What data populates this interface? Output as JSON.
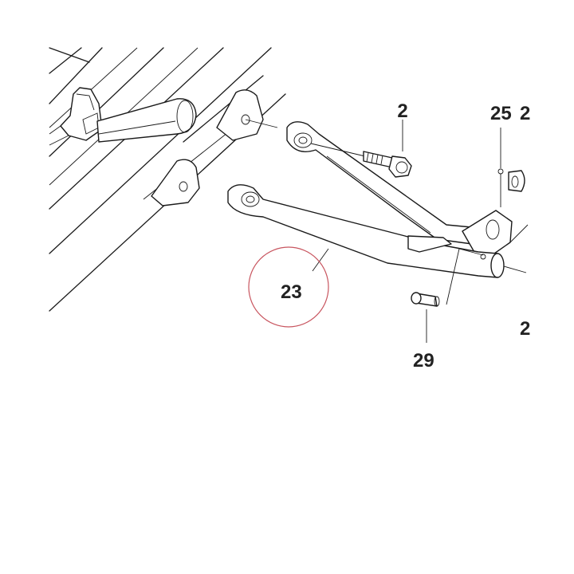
{
  "labels": {
    "part_2": "2",
    "part_25": "25",
    "part_25_cut": "2",
    "part_23": "23",
    "part_29": "29",
    "part_right_cut": "2"
  },
  "colors": {
    "line": "#1a1a1a",
    "label": "#222222",
    "highlight_circle": "#c8555f",
    "background": "#ffffff"
  },
  "highlighted_part": "23"
}
